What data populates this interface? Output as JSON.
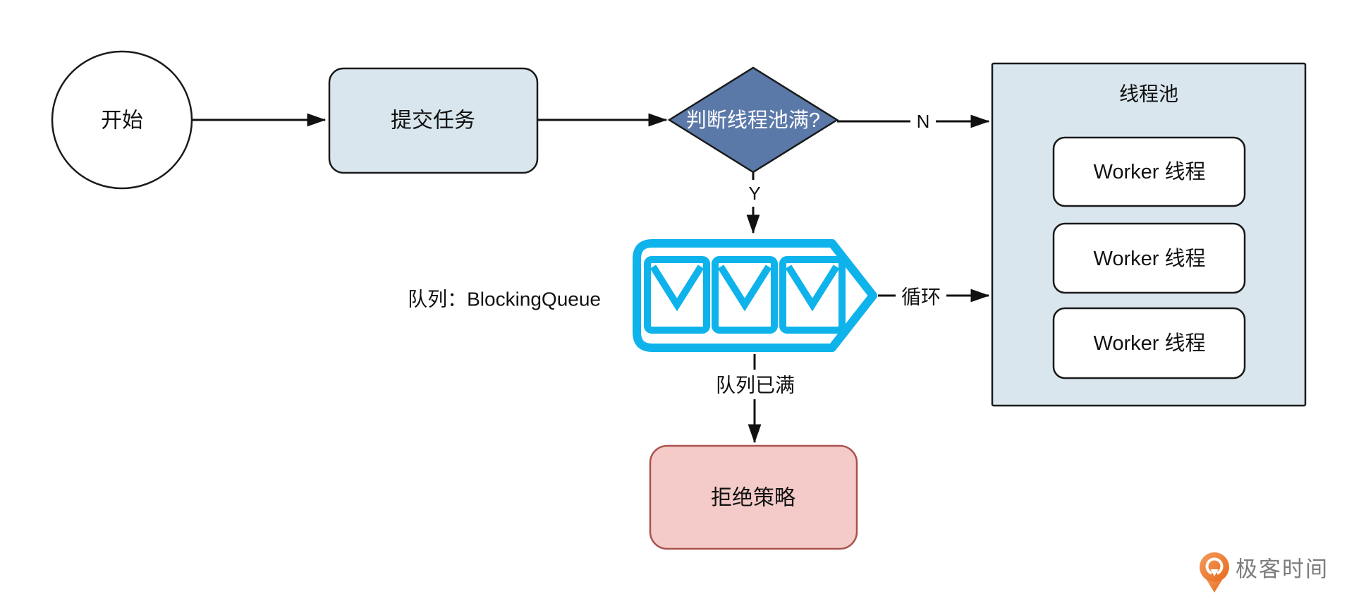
{
  "diagram": {
    "nodes": {
      "start": "开始",
      "submit_task": "提交任务",
      "decision": "判断线程池满?",
      "pool_title": "线程池",
      "workers": [
        "Worker 线程",
        "Worker 线程",
        "Worker 线程"
      ],
      "reject_policy": "拒绝策略"
    },
    "labels": {
      "queue": "队列：BlockingQueue",
      "no": "N",
      "yes": "Y",
      "loop": "循环",
      "queue_full": "队列已满"
    }
  },
  "footer": {
    "brand": "极客时间"
  },
  "colors": {
    "stroke": "#1a1a1a",
    "arrow": "#111111",
    "node_fill": "#d9e6ee",
    "worker_fill": "#ffffff",
    "decision_fill": "#5b79a8",
    "decision_text": "#ffffff",
    "queue_accent": "#0fb3ec",
    "reject_fill": "#f4cbc8",
    "reject_border": "#a9524c",
    "brand_orange_light": "#f59b5b",
    "brand_orange_dark": "#e66a1e",
    "brand_text": "#7d7d7d"
  }
}
